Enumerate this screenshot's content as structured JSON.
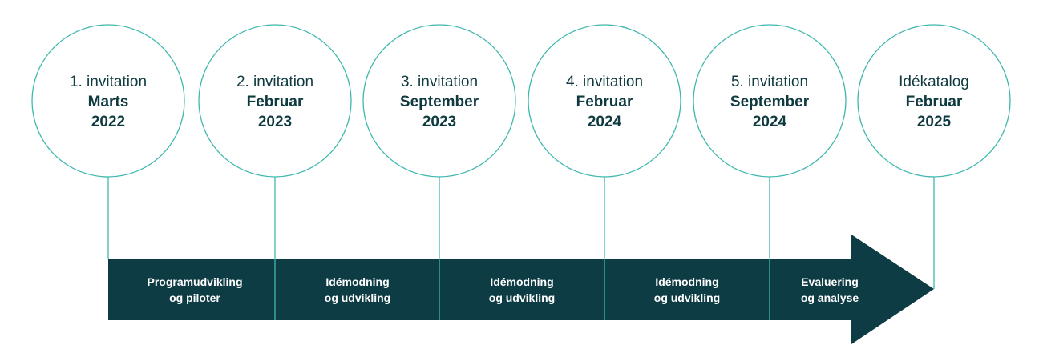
{
  "colors": {
    "circle_stroke": "#3fb8ae",
    "arrow_fill": "#0e3c44",
    "text_dark": "#0f3a40",
    "text_light": "#ffffff"
  },
  "milestones": [
    {
      "label": "1. invitation",
      "month": "Marts",
      "year": "2022"
    },
    {
      "label": "2. invitation",
      "month": "Februar",
      "year": "2023"
    },
    {
      "label": "3. invitation",
      "month": "September",
      "year": "2023"
    },
    {
      "label": "4. invitation",
      "month": "Februar",
      "year": "2024"
    },
    {
      "label": "5. invitation",
      "month": "September",
      "year": "2024"
    },
    {
      "label": "Idékatalog",
      "month": "Februar",
      "year": "2025"
    }
  ],
  "phases": [
    {
      "line1": "Programudvikling",
      "line2": "og piloter"
    },
    {
      "line1": "Idémodning",
      "line2": "og udvikling"
    },
    {
      "line1": "Idémodning",
      "line2": "og udvikling"
    },
    {
      "line1": "Idémodning",
      "line2": "og udvikling"
    },
    {
      "line1": "Evaluering",
      "line2": "og analyse"
    }
  ]
}
